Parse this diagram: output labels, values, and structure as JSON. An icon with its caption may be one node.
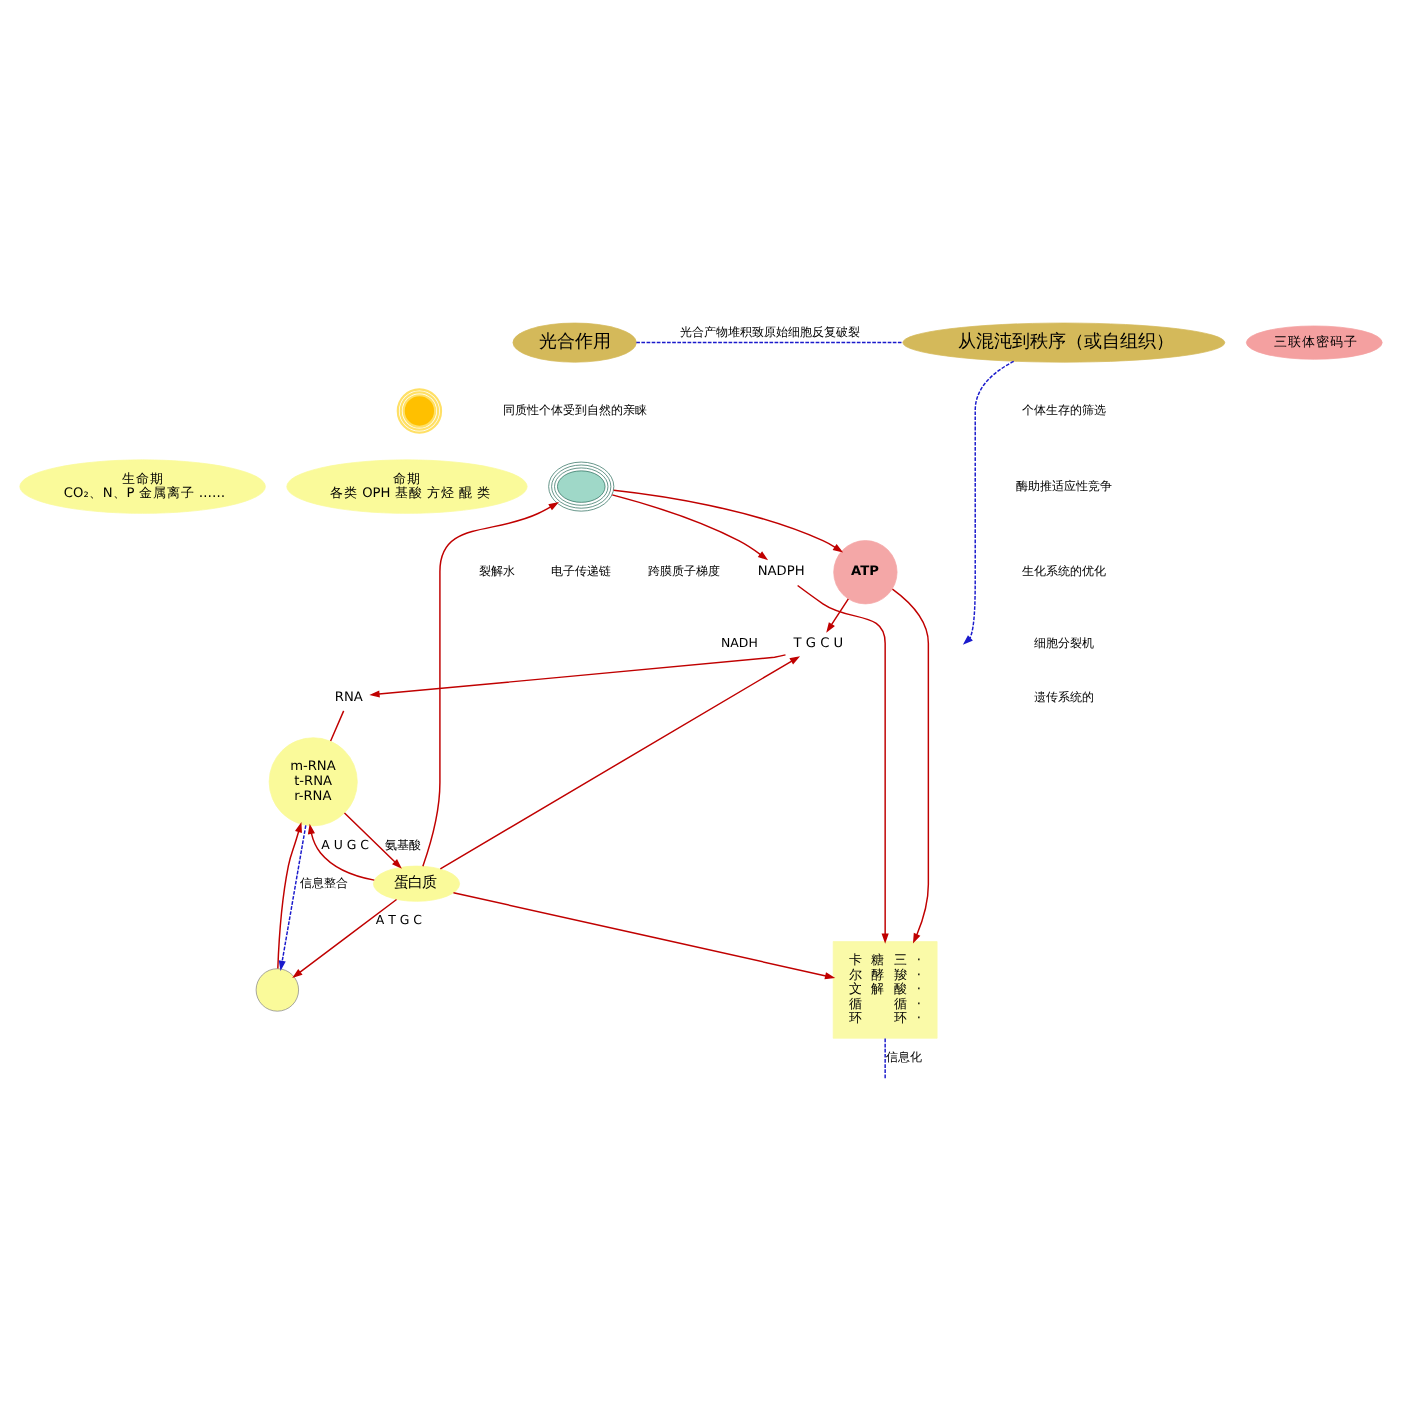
{
  "diagram": {
    "nodes": [
      {
        "text": [
          "光合作用"
        ]
      },
      {
        "text": [
          "从混沌到秩序（或自组织）"
        ]
      },
      {
        "text": [],
        "shape": "picture"
      },
      {
        "text": [
          "命期",
          "各类 OPH 基酸 方烃 醌 类"
        ]
      },
      {
        "text": [],
        "shape": "picture"
      },
      {
        "text": [
          "生命期",
          "CO₂、N、P 金属离子 ……"
        ]
      },
      {
        "text": [
          "NADPH"
        ]
      },
      {
        "text": [
          "ATP"
        ]
      },
      {
        "text": [
          "T G C U"
        ]
      },
      {
        "text": [
          "RNA"
        ]
      },
      {
        "text": [
          "m-RNA",
          "t-RNA",
          "r-RNA"
        ]
      },
      {
        "text": [],
        "shape": "circle"
      },
      {
        "text": [
          "三联体密码子"
        ]
      },
      {
        "text": [
          "蛋白质"
        ]
      },
      {
        "text": [
          "卡尔文循环",
          "糖酵解",
          "三羧酸循环",
          "·····"
        ]
      }
    ],
    "edges": [
      {
        "from": 0,
        "to": 1,
        "arrow": "none",
        "label": "光合产物堆积致原始细胞反复破裂",
        "style": "dashed",
        "color": "#1a1acc"
      },
      {
        "from": 1,
        "to": null,
        "arrow": "to",
        "style": "dashed",
        "color": "#1a1acc"
      },
      {
        "from": 4,
        "to": 6,
        "arrow": "to"
      },
      {
        "from": 4,
        "to": 7,
        "arrow": "to"
      },
      {
        "from": 13,
        "to": 4,
        "arrow": "to"
      },
      {
        "from": 13,
        "to": 8,
        "arrow": "to"
      },
      {
        "from": 13,
        "to": 14,
        "arrow": "to"
      },
      {
        "from": 6,
        "to": 14,
        "arrow": "to"
      },
      {
        "from": 7,
        "to": 14,
        "arrow": "to"
      },
      {
        "from": 7,
        "to": 8,
        "arrow": "to"
      },
      {
        "from": 8,
        "to": 9,
        "arrow": "to"
      },
      {
        "from": 9,
        "to": 10,
        "arrow": "none"
      },
      {
        "from": 10,
        "to": 11,
        "arrow": "to",
        "label": "信息整合",
        "style": "dashed",
        "color": "#1a1acc"
      },
      {
        "from": 11,
        "to": 10,
        "arrow": "to"
      },
      {
        "from": 10,
        "to": 13,
        "arrow": "to",
        "label": "氨基酸"
      },
      {
        "from": 13,
        "to": 10,
        "arrow": "to",
        "label": "A U G C"
      },
      {
        "from": 13,
        "to": 11,
        "arrow": "to",
        "label": "A T G C"
      },
      {
        "from": 14,
        "to": null,
        "arrow": "none",
        "label": "信息化",
        "style": "dashed",
        "color": "#1a1acc"
      }
    ],
    "labels": [
      "同质性个体受到自然的亲睐",
      "个体生存的筛选",
      "酶助推适应性竞争",
      "生化系统的优化",
      "细胞分裂机",
      "遗传系统的",
      "裂解水",
      "电子传递链",
      "跨膜质子梯度",
      "NADH"
    ]
  }
}
